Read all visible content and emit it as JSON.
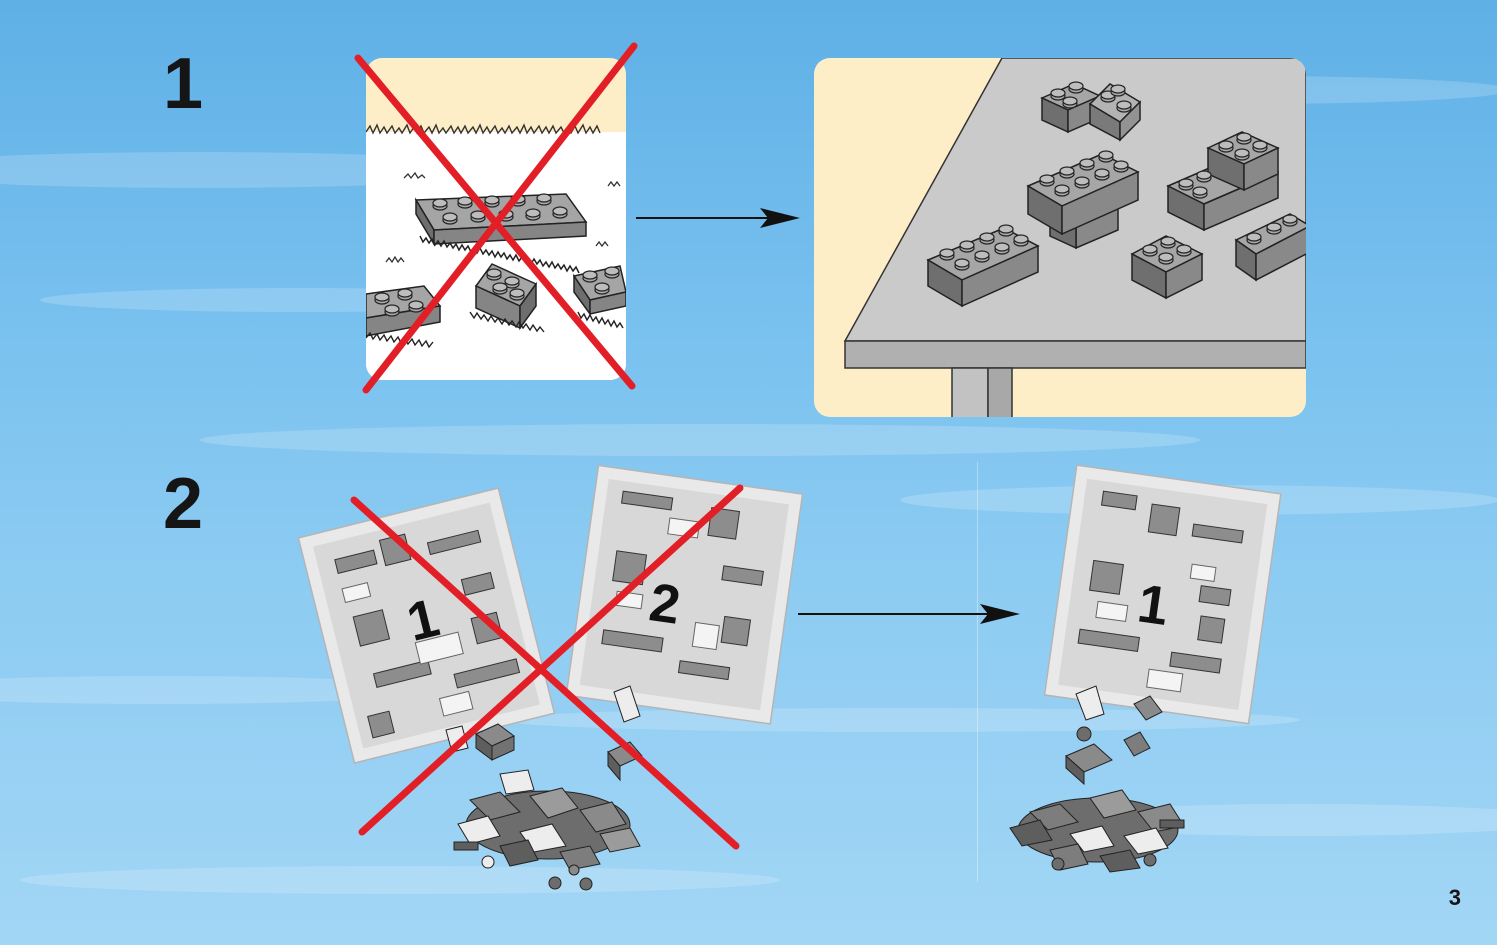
{
  "steps": [
    {
      "number": "1",
      "wrong_scene": "bricks-on-grass",
      "right_scene": "bricks-on-table"
    },
    {
      "number": "2",
      "wrong_scene": "open-bags-1-and-2",
      "right_scene": "open-bag-1-only"
    }
  ],
  "bags": {
    "bag1_label": "1",
    "bag2_label": "2",
    "correct_bag_label": "1"
  },
  "page_number": "3",
  "colors": {
    "cross": "#e21f26",
    "panel_cream": "#fdeec7",
    "table_grey": "#c9c9c9",
    "brick_grey": "#8c8c8c",
    "sky": "#7cc2ef"
  },
  "icons": {
    "wrong_marker": "red-cross-icon",
    "next_marker": "arrow-right-icon"
  }
}
